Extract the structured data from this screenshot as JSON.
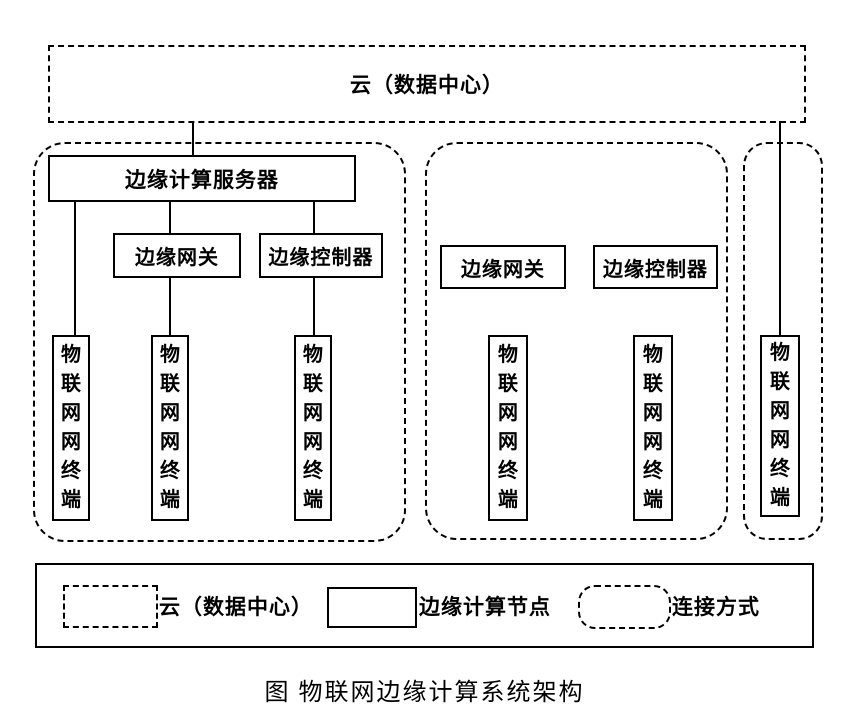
{
  "cloud": {
    "label": "云（数据中心）"
  },
  "nodes": {
    "server_label": "边缘计算服务器",
    "gateway_label": "边缘网关",
    "controller_label": "边缘控制器",
    "terminal_label": "物联网网终端"
  },
  "legend": {
    "cloud_label": "云（数据中心）",
    "edge_node_label": "边缘计算节点",
    "connection_label": "连接方式"
  },
  "caption": "图 物联网边缘计算系统架构",
  "colors": {
    "line": "#000000",
    "background": "#ffffff"
  }
}
